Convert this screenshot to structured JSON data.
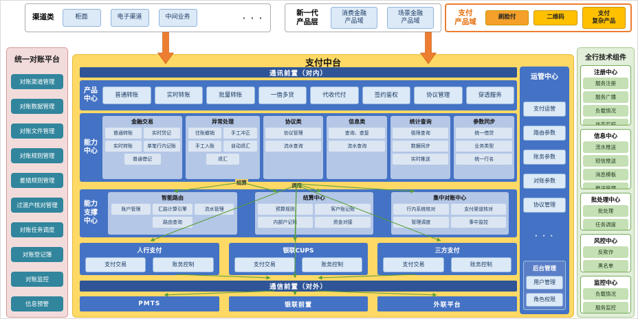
{
  "top": {
    "channels": {
      "label": "渠道类",
      "items": [
        "柜面",
        "电子渠道",
        "中间业务"
      ],
      "more": "· · ·"
    },
    "products": {
      "label": "新一代\n产品层",
      "items": [
        "消费金融\n产品域",
        "场景金融\n产品域"
      ]
    },
    "payment_domain": {
      "label": "支付\n产品域",
      "items": [
        {
          "label": "刷脸付",
          "color": "#F5A02A"
        },
        {
          "label": "二维码",
          "color": "#FFC000"
        },
        {
          "label": "支付\n复杂产品",
          "color": "#FFC000"
        }
      ]
    }
  },
  "left_panel": {
    "title": "统一对账平台",
    "items": [
      "对账渠道管理",
      "对账数据管理",
      "对账文件管理",
      "对账规则管理",
      "差错规则管理",
      "过渡户核对管理",
      "对账任务调度",
      "对账登记簿",
      "对账监控",
      "信息预警"
    ]
  },
  "main": {
    "title": "支付中台",
    "comm_in": "通讯前置（对内）",
    "comm_out": "通信前置（对外）",
    "product_center": {
      "label": "产品\n中心",
      "items": [
        "普通转账",
        "实时转账",
        "批量转账",
        "一借多贷",
        "代收代付",
        "签约鉴权",
        "协议管理",
        "穿透服务"
      ]
    },
    "capability_center": {
      "label": "能力\n中心",
      "groups": [
        {
          "title": "金融交易",
          "items": [
            "普通转账",
            "实时贷记",
            "实时转账",
            "单笔行内记账",
            "普通借记"
          ]
        },
        {
          "title": "异常处理",
          "items": [
            "往账撤销",
            "手工冲正",
            "手工入账",
            "自动退汇",
            "退汇"
          ]
        },
        {
          "title": "协议类",
          "items": [
            "协议管理",
            "流水查询"
          ]
        },
        {
          "title": "信息类",
          "items": [
            "查询、查复",
            "流水查询"
          ]
        },
        {
          "title": "统计查询",
          "items": [
            "极限查询",
            "数据同步",
            "实时推送"
          ]
        },
        {
          "title": "参数同步",
          "items": [
            "统一借贷",
            "业务类型",
            "统一行名"
          ]
        }
      ]
    },
    "support_center": {
      "label": "能力\n支撑\n中心",
      "groups": [
        {
          "title": "智能路由",
          "items": [
            "账户管理",
            "汇路计算引擎",
            "流水管理",
            "路由查询"
          ]
        },
        {
          "title": "结算中心",
          "items": [
            "预算规则",
            "客户账记账",
            "内部户记账",
            "资金对接"
          ]
        },
        {
          "title": "集中对账中心",
          "items": [
            "行内系统核对",
            "支付渠道核对",
            "管理调度",
            "事中监控"
          ]
        }
      ]
    },
    "flow_labels": {
      "settle": "结算",
      "invoke": "调用"
    },
    "gateways": [
      {
        "title": "人行支付",
        "items": [
          "支付交易",
          "账务控制"
        ]
      },
      {
        "title": "银联CUPS",
        "items": [
          "支付交易",
          "账务控制"
        ]
      },
      {
        "title": "三方支付",
        "items": [
          "支付交易",
          "账务控制"
        ]
      }
    ],
    "externals": [
      "PMTS",
      "银联前置",
      "外联平台"
    ]
  },
  "ops": {
    "title": "运管中心",
    "items": [
      "支付运营",
      "路由参数",
      "账务参数",
      "对账参数",
      "协议管理"
    ],
    "more": "· · ·",
    "backend": {
      "title": "后台管理",
      "items": [
        "用户管理",
        "角色权限"
      ]
    }
  },
  "right_panel": {
    "title": "全行技术组件",
    "groups": [
      {
        "title": "注册中心",
        "items": [
          "服务注册",
          "服务广播",
          "负载情况",
          "状态监控"
        ]
      },
      {
        "title": "信息中心",
        "items": [
          "流水推送",
          "短信推送",
          "消息模板",
          "推送管理"
        ]
      },
      {
        "title": "批处理中心",
        "items": [
          "批处理",
          "任务调度"
        ]
      },
      {
        "title": "风控中心",
        "items": [
          "反欺诈",
          "黑名单"
        ]
      },
      {
        "title": "监控中心",
        "items": [
          "负载情况",
          "服务监控"
        ]
      }
    ]
  },
  "colors": {
    "accent_orange": "#ED7D31",
    "bar_dark_blue": "#2F5597",
    "section_blue": "#4472C4",
    "group_light_blue": "#B4C7E7",
    "item_light_blue": "#DCE6F2",
    "teal_button": "#31859C",
    "main_yellow": "#FFD965",
    "left_panel_pink": "#F2DCDB",
    "right_panel_green": "#E2EFDA",
    "green_item": "#C5E0B4",
    "arrow_green": "#5A9E3A",
    "gold_chip": "#FFC000"
  }
}
